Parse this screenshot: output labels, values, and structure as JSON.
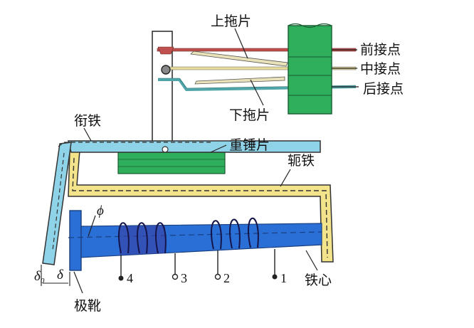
{
  "labels": {
    "upper_drag_plate": "上拖片",
    "front_contact": "前接点",
    "middle_contact": "中接点",
    "back_contact": "后接点",
    "lower_drag_plate": "下拖片",
    "armature": "衔铁",
    "weight_plate": "重锤片",
    "yoke": "轭铁",
    "flux_symbol": "ϕ",
    "pole_shoe": "极靴",
    "iron_core": "铁心",
    "gap_delta": "δ",
    "gap_delta0_base": "δ",
    "gap_delta0_sub": "0"
  },
  "terminals": [
    "4",
    "3",
    "2",
    "1"
  ],
  "colors": {
    "armature": "#8fd3e8",
    "yoke": "#f3e38a",
    "core": "#2a6fd6",
    "contact_block": "#2fae5c",
    "weight_plate": "#2fae5c",
    "coil": "#2a2a6a",
    "front_spring": "#c0504d",
    "middle_spring": "#e7dc9a",
    "back_spring": "#4fa5a8"
  }
}
